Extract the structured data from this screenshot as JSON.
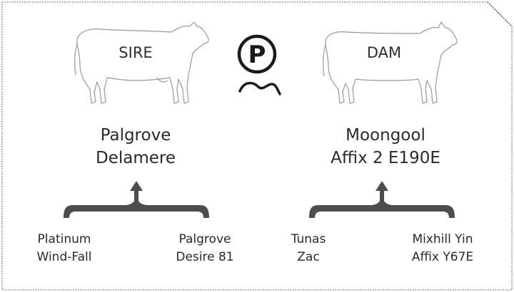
{
  "sire": {
    "tag": "SIRE",
    "name_line1": "Palgrove",
    "name_line2": "Delamere",
    "parents": [
      {
        "line1": "Platinum",
        "line2": "Wind-Fall"
      },
      {
        "line1": "Palgrove",
        "line2": "Desire 81"
      }
    ]
  },
  "dam": {
    "tag": "DAM",
    "name_line1": "Moongool",
    "name_line2": "Affix 2 E190E",
    "parents": [
      {
        "line1": "Tunas",
        "line2": "Zac"
      },
      {
        "line1": "Mixhill Yin",
        "line2": "Affix Y67E"
      }
    ]
  },
  "center_logo": {
    "letter": "P",
    "icon": "p-logo-icon"
  },
  "colors": {
    "frame": "#666666",
    "brace": "#4d4d4d",
    "cow_outline": "#999999",
    "text": "#2a2a2a"
  }
}
